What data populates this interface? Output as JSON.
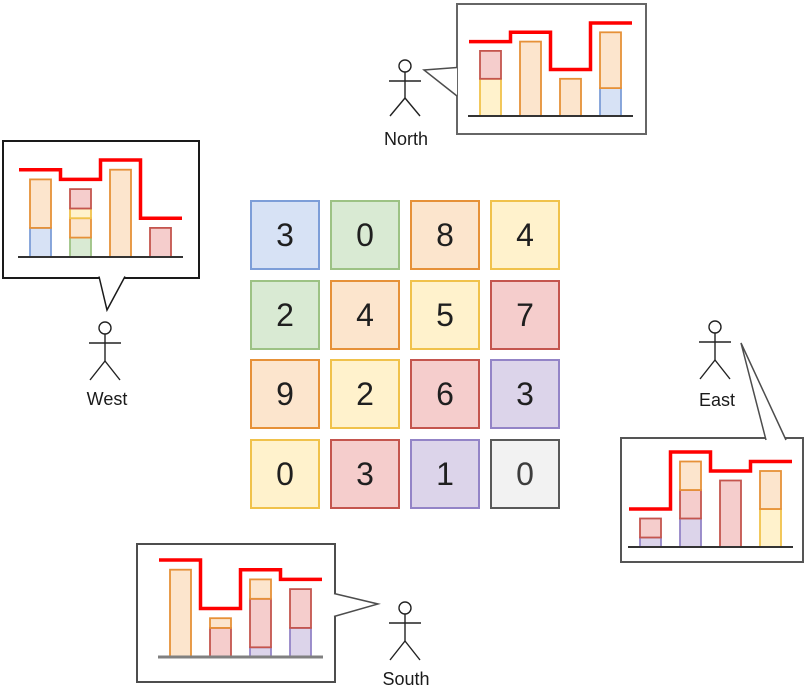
{
  "palette": {
    "blue": {
      "fill": "#d7e2f5",
      "stroke": "#7d9ed8"
    },
    "green": {
      "fill": "#d9ead3",
      "stroke": "#9dc284"
    },
    "orange": {
      "fill": "#fce5cd",
      "stroke": "#e69138"
    },
    "yellow": {
      "fill": "#fff2cc",
      "stroke": "#f0c24b"
    },
    "red": {
      "fill": "#f5cdcc",
      "stroke": "#c4554e"
    },
    "purple": {
      "fill": "#dcd4ea",
      "stroke": "#9384c7"
    },
    "gray": {
      "fill": "#f2f2f2",
      "stroke": "#595959"
    }
  },
  "colors": {
    "skyline_line": "#ff0000",
    "digit": "#1f1f1f",
    "digit_gray": "#3d3d3d",
    "figure": "#222222",
    "label": "#1a1a1a"
  },
  "grid": {
    "rows": [
      [
        {
          "value": "3",
          "color": "blue"
        },
        {
          "value": "0",
          "color": "green"
        },
        {
          "value": "8",
          "color": "orange"
        },
        {
          "value": "4",
          "color": "yellow"
        }
      ],
      [
        {
          "value": "2",
          "color": "green"
        },
        {
          "value": "4",
          "color": "orange"
        },
        {
          "value": "5",
          "color": "yellow"
        },
        {
          "value": "7",
          "color": "red"
        }
      ],
      [
        {
          "value": "9",
          "color": "orange"
        },
        {
          "value": "2",
          "color": "yellow"
        },
        {
          "value": "6",
          "color": "red"
        },
        {
          "value": "3",
          "color": "purple"
        }
      ],
      [
        {
          "value": "0",
          "color": "yellow"
        },
        {
          "value": "3",
          "color": "red"
        },
        {
          "value": "1",
          "color": "purple"
        },
        {
          "value": "0",
          "color": "gray"
        }
      ]
    ]
  },
  "observers": {
    "north": {
      "label": "North",
      "bubble_border": "#666666",
      "baseline_color": "#333333",
      "bars": [
        {
          "segments": [
            {
              "color": "yellow",
              "from": 0,
              "to": 4
            },
            {
              "color": "red",
              "from": 4,
              "to": 7
            }
          ],
          "skyline": 8
        },
        {
          "segments": [
            {
              "color": "orange",
              "from": 0,
              "to": 8
            }
          ],
          "skyline": 9
        },
        {
          "segments": [
            {
              "color": "orange",
              "from": 0,
              "to": 4
            }
          ],
          "skyline": 5
        },
        {
          "segments": [
            {
              "color": "blue",
              "from": 0,
              "to": 3
            },
            {
              "color": "orange",
              "from": 3,
              "to": 9
            }
          ],
          "skyline": 10
        }
      ]
    },
    "west": {
      "label": "West",
      "bubble_border": "#1a1a1a",
      "baseline_color": "#333333",
      "bars": [
        {
          "segments": [
            {
              "color": "blue",
              "from": 0,
              "to": 3
            },
            {
              "color": "orange",
              "from": 3,
              "to": 8
            }
          ],
          "skyline": 9
        },
        {
          "segments": [
            {
              "color": "green",
              "from": 0,
              "to": 2
            },
            {
              "color": "orange",
              "from": 2,
              "to": 4
            },
            {
              "color": "yellow",
              "from": 4,
              "to": 5
            },
            {
              "color": "red",
              "from": 5,
              "to": 7
            }
          ],
          "skyline": 8
        },
        {
          "segments": [
            {
              "color": "orange",
              "from": 0,
              "to": 9
            }
          ],
          "skyline": 10
        },
        {
          "segments": [
            {
              "color": "red",
              "from": 0,
              "to": 3
            }
          ],
          "skyline": 4
        }
      ]
    },
    "east": {
      "label": "East",
      "bubble_border": "#555555",
      "baseline_color": "#333333",
      "bars": [
        {
          "segments": [
            {
              "color": "purple",
              "from": 0,
              "to": 1
            },
            {
              "color": "red",
              "from": 1,
              "to": 3
            }
          ],
          "skyline": 4
        },
        {
          "segments": [
            {
              "color": "purple",
              "from": 0,
              "to": 3
            },
            {
              "color": "red",
              "from": 3,
              "to": 6
            },
            {
              "color": "orange",
              "from": 6,
              "to": 9
            }
          ],
          "skyline": 10
        },
        {
          "segments": [
            {
              "color": "red",
              "from": 0,
              "to": 7
            }
          ],
          "skyline": 8
        },
        {
          "segments": [
            {
              "color": "yellow",
              "from": 0,
              "to": 4
            },
            {
              "color": "orange",
              "from": 4,
              "to": 8
            }
          ],
          "skyline": 9
        }
      ]
    },
    "south": {
      "label": "South",
      "bubble_border": "#4d4d4d",
      "baseline_color": "#808080",
      "bars": [
        {
          "segments": [
            {
              "color": "orange",
              "from": 0,
              "to": 9
            }
          ],
          "skyline": 10
        },
        {
          "segments": [
            {
              "color": "red",
              "from": 0,
              "to": 3
            },
            {
              "color": "orange",
              "from": 3,
              "to": 4
            }
          ],
          "skyline": 5
        },
        {
          "segments": [
            {
              "color": "purple",
              "from": 0,
              "to": 1
            },
            {
              "color": "red",
              "from": 1,
              "to": 6
            },
            {
              "color": "orange",
              "from": 6,
              "to": 8
            }
          ],
          "skyline": 9
        },
        {
          "segments": [
            {
              "color": "purple",
              "from": 0,
              "to": 3
            },
            {
              "color": "red",
              "from": 3,
              "to": 7
            }
          ],
          "skyline": 8
        }
      ]
    }
  }
}
